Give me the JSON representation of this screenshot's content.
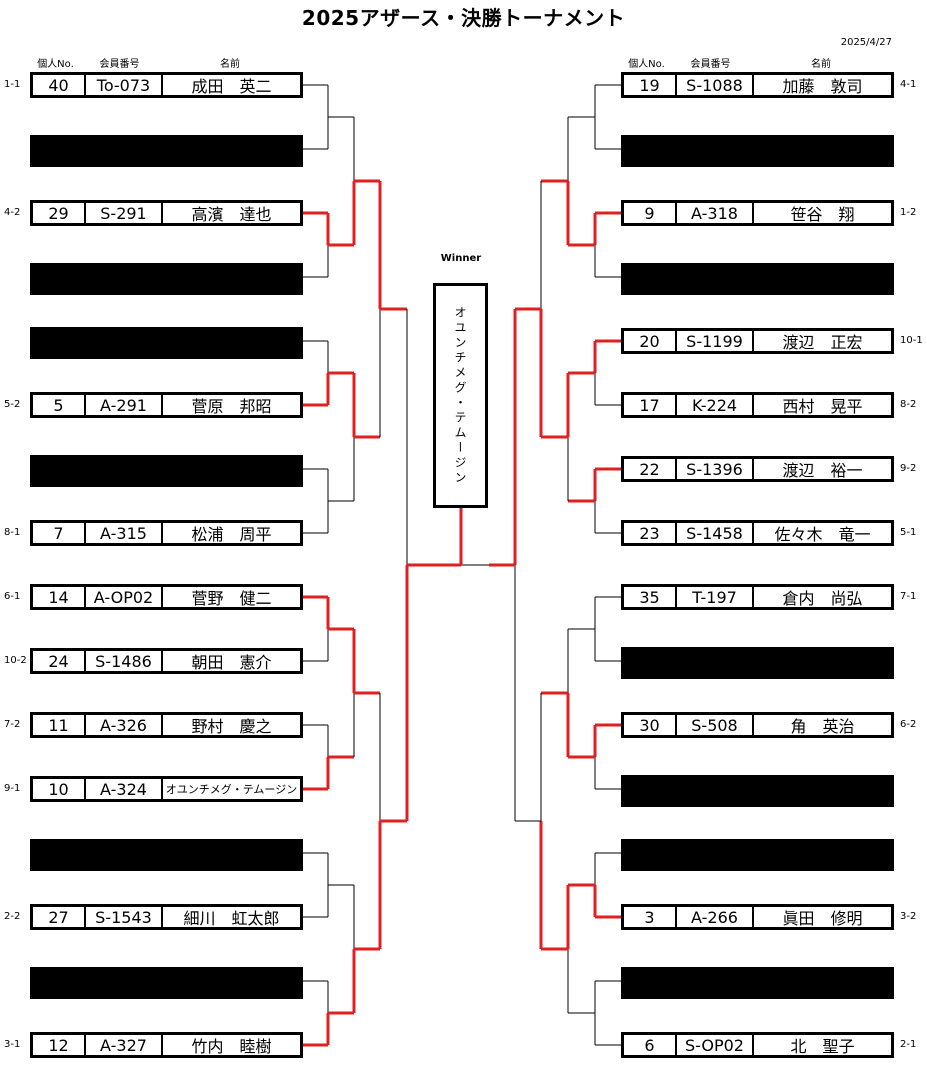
{
  "title": "2025アザース・決勝トーナメント",
  "date": "2025/4/27",
  "headers": {
    "no": "個人No.",
    "member": "会員番号",
    "name": "名前"
  },
  "winner": {
    "label": "Winner",
    "name": "オユンチメグ・テムージン"
  },
  "left": [
    {
      "seed": "1-1",
      "no": "40",
      "member": "To-073",
      "name": "成田　英二"
    },
    {
      "bye": true
    },
    {
      "seed": "4-2",
      "no": "29",
      "member": "S-291",
      "name": "高濱　達也"
    },
    {
      "bye": true
    },
    {
      "bye": true
    },
    {
      "seed": "5-2",
      "no": "5",
      "member": "A-291",
      "name": "菅原　邦昭"
    },
    {
      "bye": true
    },
    {
      "seed": "8-1",
      "no": "7",
      "member": "A-315",
      "name": "松浦　周平"
    },
    {
      "seed": "6-1",
      "no": "14",
      "member": "A-OP02",
      "name": "菅野　健二"
    },
    {
      "seed": "10-2",
      "no": "24",
      "member": "S-1486",
      "name": "朝田　憲介"
    },
    {
      "seed": "7-2",
      "no": "11",
      "member": "A-326",
      "name": "野村　慶之"
    },
    {
      "seed": "9-1",
      "no": "10",
      "member": "A-324",
      "name": "オユンチメグ・テムージン",
      "small": true
    },
    {
      "bye": true
    },
    {
      "seed": "2-2",
      "no": "27",
      "member": "S-1543",
      "name": "細川　虹太郎"
    },
    {
      "bye": true
    },
    {
      "seed": "3-1",
      "no": "12",
      "member": "A-327",
      "name": "竹内　睦樹"
    }
  ],
  "right": [
    {
      "seed": "4-1",
      "no": "19",
      "member": "S-1088",
      "name": "加藤　敦司"
    },
    {
      "bye": true
    },
    {
      "seed": "1-2",
      "no": "9",
      "member": "A-318",
      "name": "笹谷　翔"
    },
    {
      "bye": true
    },
    {
      "seed": "10-1",
      "no": "20",
      "member": "S-1199",
      "name": "渡辺　正宏"
    },
    {
      "seed": "8-2",
      "no": "17",
      "member": "K-224",
      "name": "西村　晃平"
    },
    {
      "seed": "9-2",
      "no": "22",
      "member": "S-1396",
      "name": "渡辺　裕一"
    },
    {
      "seed": "5-1",
      "no": "23",
      "member": "S-1458",
      "name": "佐々木　竜一"
    },
    {
      "seed": "7-1",
      "no": "35",
      "member": "T-197",
      "name": "倉内　尚弘"
    },
    {
      "bye": true
    },
    {
      "seed": "6-2",
      "no": "30",
      "member": "S-508",
      "name": "角　英治"
    },
    {
      "bye": true
    },
    {
      "bye": true
    },
    {
      "seed": "3-2",
      "no": "3",
      "member": "A-266",
      "name": "眞田　修明"
    },
    {
      "bye": true
    },
    {
      "seed": "2-1",
      "no": "6",
      "member": "S-OP02",
      "name": "北　聖子"
    }
  ],
  "colors": {
    "win": "#e02020",
    "line": "#000000"
  }
}
